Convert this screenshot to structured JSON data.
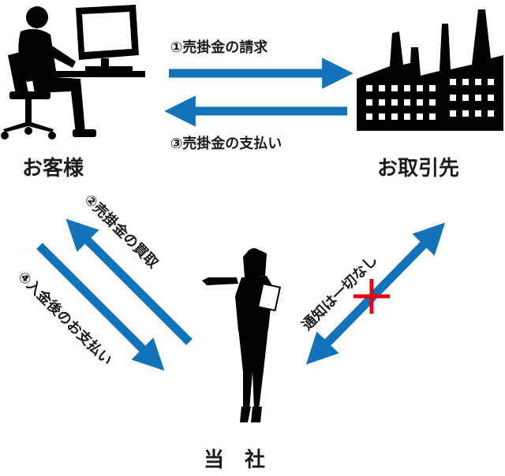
{
  "nodes": {
    "customer": "お客様",
    "supplier": "お取引先",
    "company": "当　社"
  },
  "flows": {
    "step1": "①売掛金の請求",
    "step2": "②売掛金の買取",
    "step3": "③売掛金の支払い",
    "step4": "④入金後のお支払い",
    "no_notice": "通知は一切なし"
  },
  "colors": {
    "arrow": "#1273b9",
    "cross": "#e60012",
    "silhouette": "#000000"
  },
  "icons": {
    "customer": "person-at-computer-icon",
    "supplier": "factory-icon",
    "company": "businesswoman-icon"
  }
}
